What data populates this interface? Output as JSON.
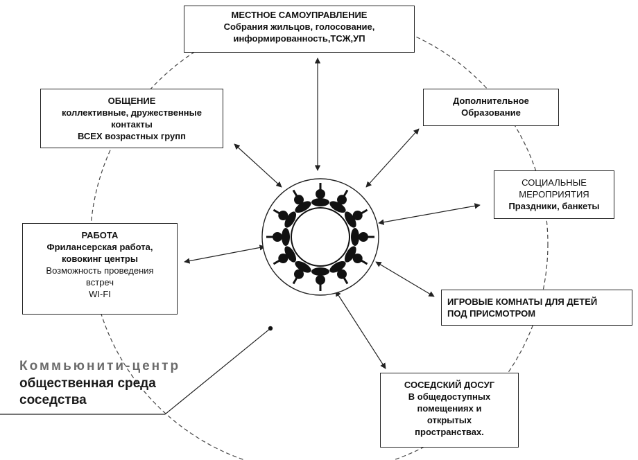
{
  "boxes": {
    "self_gov": {
      "title": "МЕСТНОЕ САМОУПРАВЛЕНИЕ",
      "lines": [
        "Собрания жильцов, голосование,",
        "информированность,ТСЖ,УП"
      ]
    },
    "communication": {
      "title": "ОБЩЕНИЕ",
      "lines": [
        "коллективные, дружественные",
        "контакты",
        "ВСЕХ возрастных групп"
      ]
    },
    "education": {
      "title": "",
      "lines": [
        "Дополнительное",
        "Образование"
      ]
    },
    "social_events": {
      "title": "",
      "lines": [
        "СОЦИАЛЬНЫЕ",
        "МЕРОПРИЯТИЯ",
        "Праздники, банкеты"
      ]
    },
    "work": {
      "title": "РАБОТА",
      "lines": [
        "Фрилансерская работа,",
        "ковокинг центры",
        "Возможность проведения",
        "встреч",
        "WI-FI"
      ]
    },
    "kids_rooms": {
      "title": "",
      "lines": [
        "ИГРОВЫЕ КОМНАТЫ ДЛЯ ДЕТЕЙ",
        "ПОД ПРИСМОТРОМ"
      ]
    },
    "leisure": {
      "title": "СОСЕДСКИЙ ДОСУГ",
      "lines": [
        "В общедоступных",
        "помещениях и",
        "открытых",
        "пространствах."
      ]
    }
  },
  "center_label": {
    "line1": "Коммьюнити-центр",
    "line2": "общественная среда",
    "line3": "соседства"
  },
  "colors": {
    "stroke": "#222222",
    "people": "#111111",
    "label_gray": "#6b6b6b"
  },
  "icons": {
    "hub": "people-around-table-icon"
  }
}
